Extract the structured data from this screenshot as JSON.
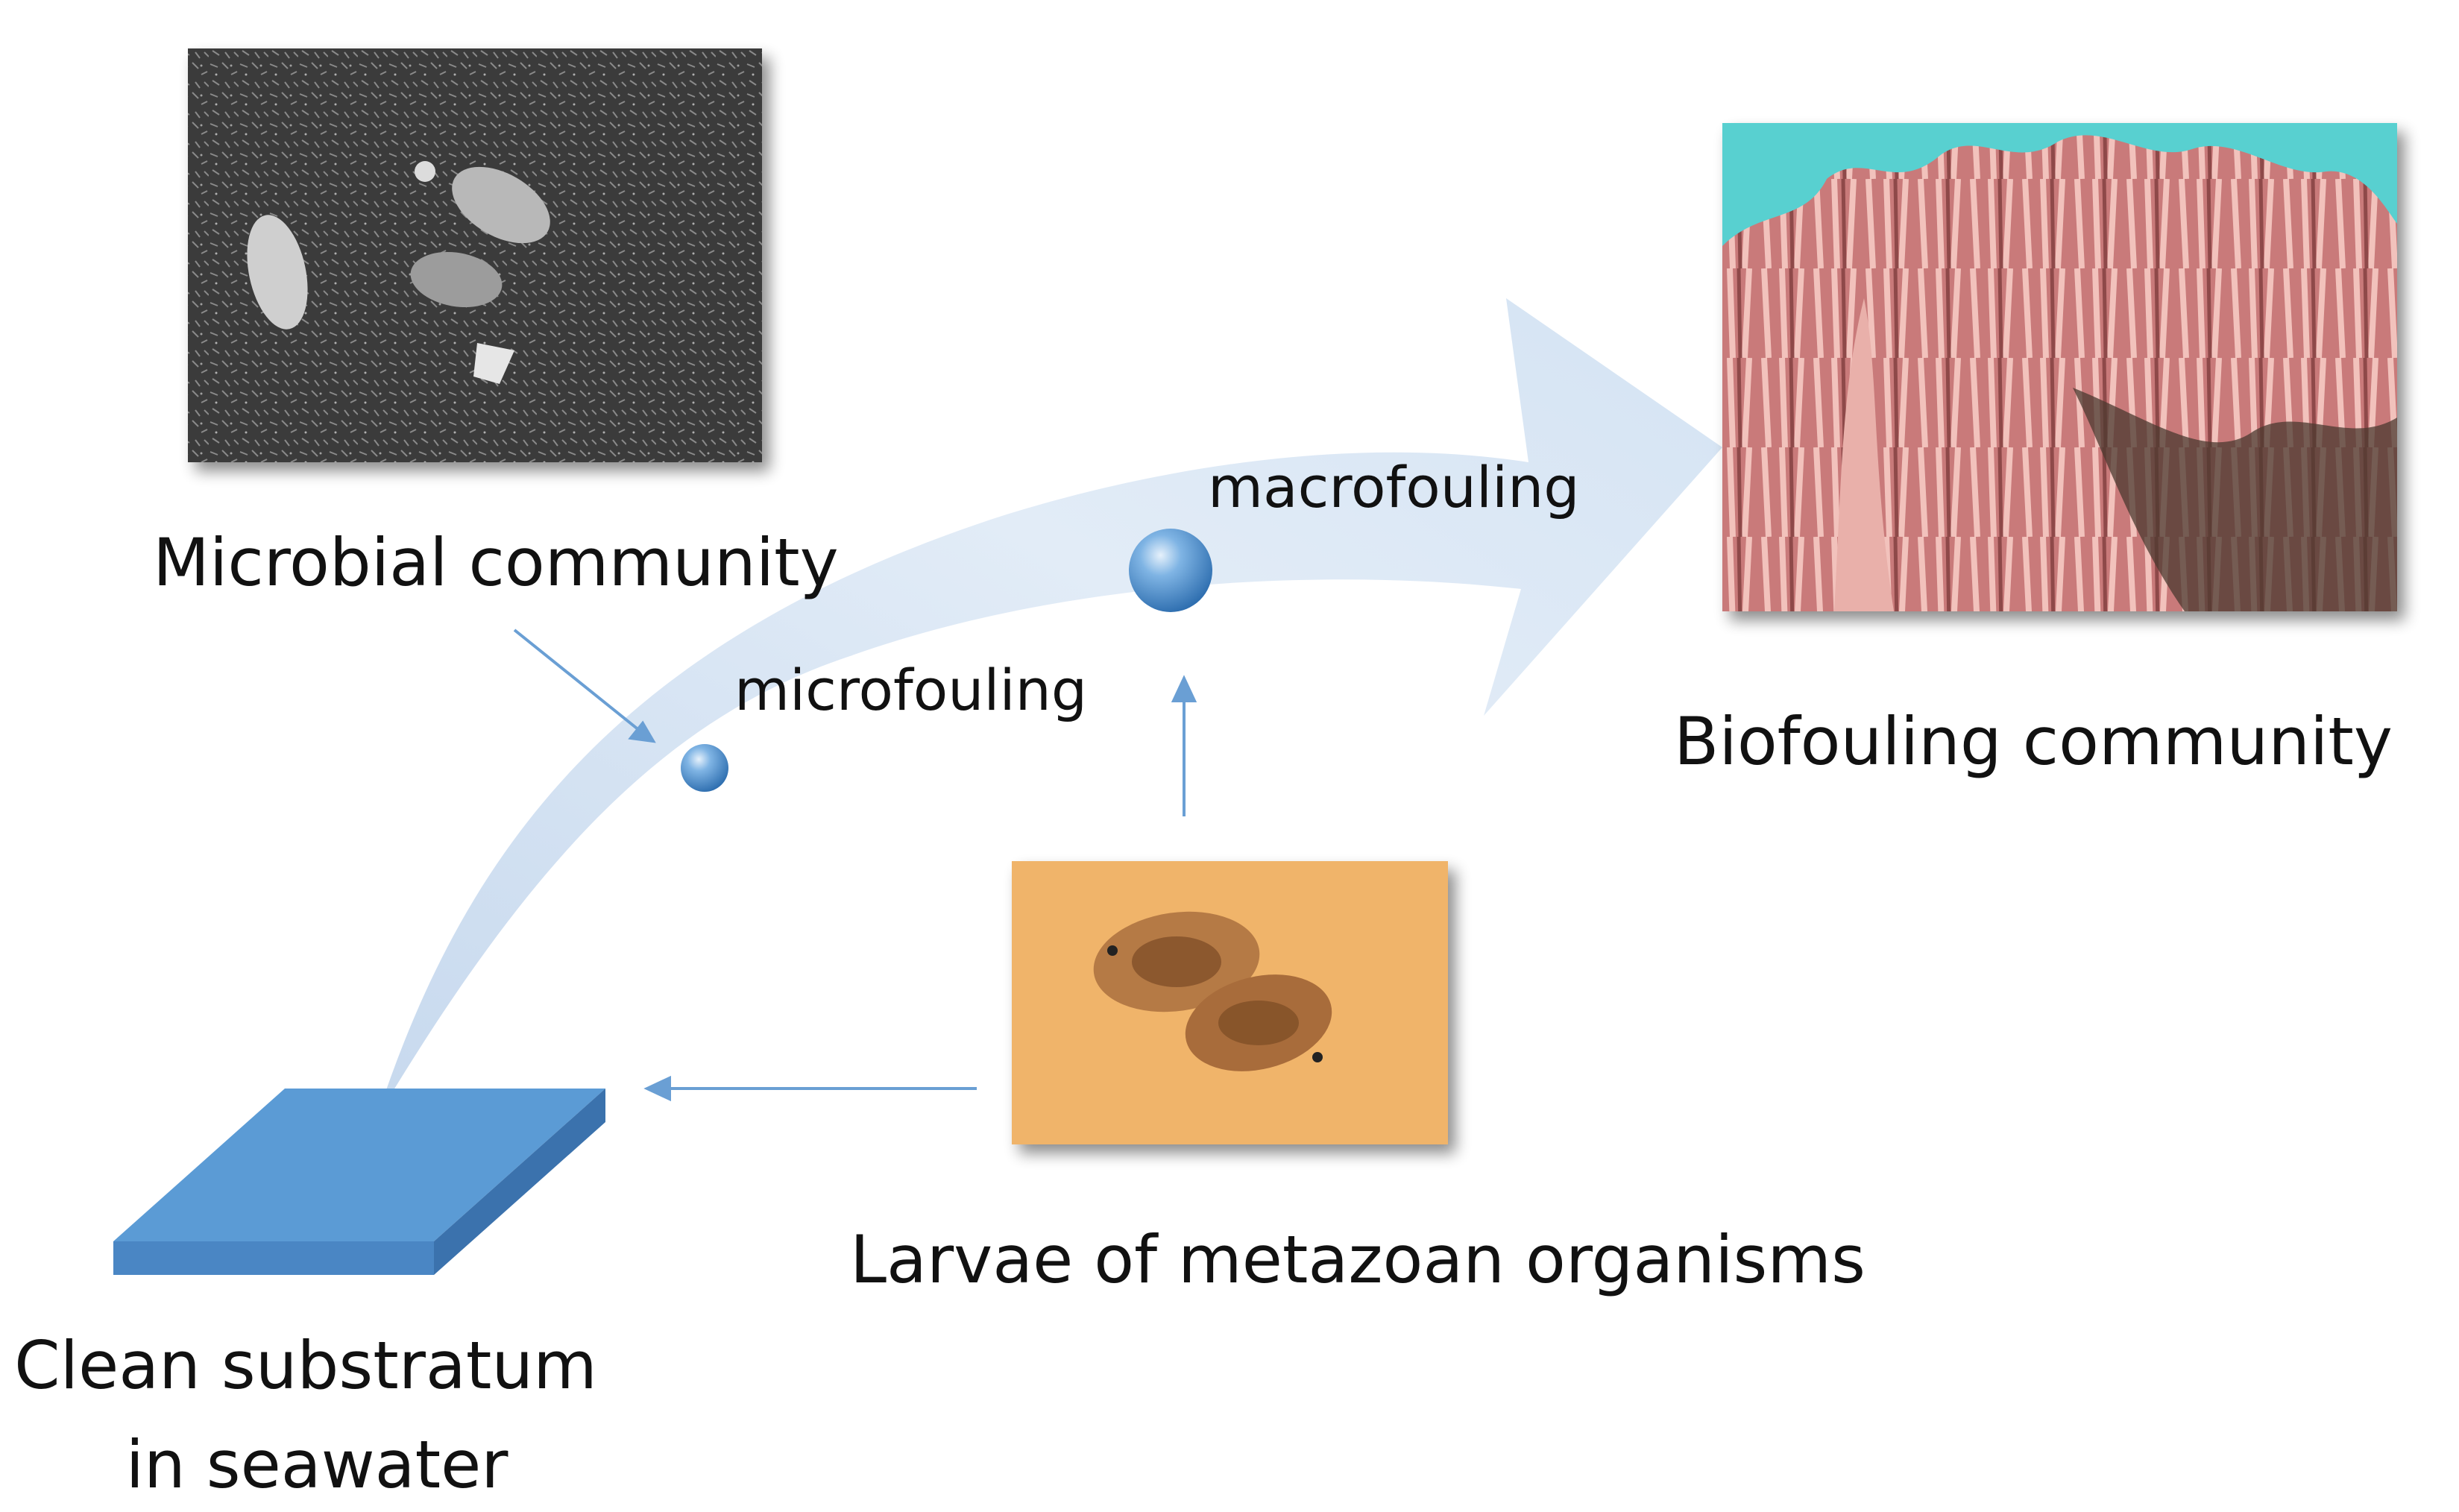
{
  "diagram": {
    "labels": {
      "microbial": "Microbial community",
      "biofouling": "Biofouling community",
      "larvae": "Larvae of metazoan organisms",
      "substratum_line1": "Clean substratum",
      "substratum_line2": "in seawater",
      "microfouling": "microfouling",
      "macrofouling": "macrofouling"
    },
    "colors": {
      "arrow_light": "#d9e6f4",
      "arrow_dark": "#eef4fb",
      "substratum_top": "#5b9bd5",
      "substratum_side": "#3f7fc0",
      "connector": "#6a9fd4",
      "sphere": "#5b9bd5",
      "sem_photo": "#3c3c3c",
      "biofouling_water": "#58d0d0",
      "biofouling_coral": "#d88c8c",
      "larvae_background": "#f0b46a",
      "larvae_body": "#b57a45"
    }
  }
}
